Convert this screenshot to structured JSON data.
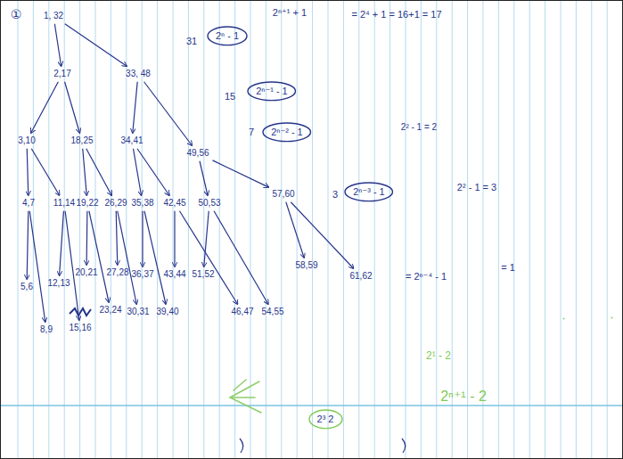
{
  "diagram": {
    "nodes": [
      {
        "text": [
          "1, 32"
        ]
      },
      {
        "text": [
          "2,17"
        ]
      },
      {
        "text": [
          "33, 48"
        ]
      },
      {
        "text": [
          "3,10"
        ]
      },
      {
        "text": [
          "18,25"
        ]
      },
      {
        "text": [
          "34,41"
        ]
      },
      {
        "text": [
          "49,56"
        ]
      },
      {
        "text": [
          "4,7"
        ]
      },
      {
        "text": [
          "11,14"
        ]
      },
      {
        "text": [
          "19,22"
        ]
      },
      {
        "text": [
          "26,29"
        ]
      },
      {
        "text": [
          "35,38"
        ]
      },
      {
        "text": [
          "42,45"
        ]
      },
      {
        "text": [
          "50,53"
        ]
      },
      {
        "text": [
          "57,60"
        ]
      },
      {
        "text": [
          "5,6"
        ]
      },
      {
        "text": [
          "8,9"
        ]
      },
      {
        "text": [
          "12,13"
        ]
      },
      {
        "text": [
          "15,16"
        ]
      },
      {
        "text": [
          "20,21"
        ]
      },
      {
        "text": [
          "23,24"
        ]
      },
      {
        "text": [
          "27,28"
        ]
      },
      {
        "text": [
          "30,31"
        ]
      },
      {
        "text": [
          "36,37"
        ]
      },
      {
        "text": [
          "39,40"
        ]
      },
      {
        "text": [
          "43,44"
        ]
      },
      {
        "text": [
          "46,47"
        ]
      },
      {
        "text": [
          "51,52"
        ]
      },
      {
        "text": [
          "54,55"
        ]
      },
      {
        "text": [
          "58,59"
        ]
      },
      {
        "text": [
          "61,62"
        ]
      },
      {
        "text": [
          "2ⁿ - 1"
        ]
      },
      {
        "text": [
          "2ⁿ⁻¹ - 1"
        ]
      },
      {
        "text": [
          "2ⁿ⁻² - 1"
        ]
      },
      {
        "text": [
          "2ⁿ⁻³ - 1"
        ]
      },
      {
        "text": [
          "2³ 2"
        ]
      }
    ],
    "edges": [
      {
        "from": 0,
        "to": 1,
        "arrow": "to"
      },
      {
        "from": 0,
        "to": 2,
        "arrow": "to"
      },
      {
        "from": 1,
        "to": 3,
        "arrow": "to"
      },
      {
        "from": 1,
        "to": 4,
        "arrow": "to"
      },
      {
        "from": 2,
        "to": 5,
        "arrow": "to"
      },
      {
        "from": 2,
        "to": 6,
        "arrow": "to"
      },
      {
        "from": 3,
        "to": 7,
        "arrow": "to"
      },
      {
        "from": 3,
        "to": 8,
        "arrow": "to"
      },
      {
        "from": 4,
        "to": 9,
        "arrow": "to"
      },
      {
        "from": 4,
        "to": 10,
        "arrow": "to"
      },
      {
        "from": 5,
        "to": 11,
        "arrow": "to"
      },
      {
        "from": 5,
        "to": 12,
        "arrow": "to"
      },
      {
        "from": 6,
        "to": 13,
        "arrow": "to"
      },
      {
        "from": 6,
        "to": 14,
        "arrow": "to"
      },
      {
        "from": 7,
        "to": 15,
        "arrow": "to"
      },
      {
        "from": 7,
        "to": 16,
        "arrow": "to"
      },
      {
        "from": 8,
        "to": 17,
        "arrow": "to"
      },
      {
        "from": 8,
        "to": 18,
        "arrow": "to"
      },
      {
        "from": 9,
        "to": 19,
        "arrow": "to"
      },
      {
        "from": 9,
        "to": 20,
        "arrow": "to"
      },
      {
        "from": 10,
        "to": 21,
        "arrow": "to"
      },
      {
        "from": 10,
        "to": 22,
        "arrow": "to"
      },
      {
        "from": 11,
        "to": 23,
        "arrow": "to"
      },
      {
        "from": 11,
        "to": 24,
        "arrow": "to"
      },
      {
        "from": 12,
        "to": 25,
        "arrow": "to"
      },
      {
        "from": 12,
        "to": 26,
        "arrow": "to"
      },
      {
        "from": 13,
        "to": 27,
        "arrow": "to"
      },
      {
        "from": 13,
        "to": 28,
        "arrow": "to"
      },
      {
        "from": 14,
        "to": 29,
        "arrow": "to"
      },
      {
        "from": 14,
        "to": 30,
        "arrow": "to"
      }
    ],
    "labels": [
      "①",
      "31",
      "2ⁿ⁺¹ + 1",
      "= 2⁴ + 1 = 16+1 = 17",
      "15",
      "7",
      "3",
      "2² - 1 = 2",
      "2² - 1 = 3",
      "= 2ⁿ⁻⁴ - 1",
      "= 1",
      "2¹ - 2",
      "2ⁿ⁺¹ - 2"
    ]
  }
}
